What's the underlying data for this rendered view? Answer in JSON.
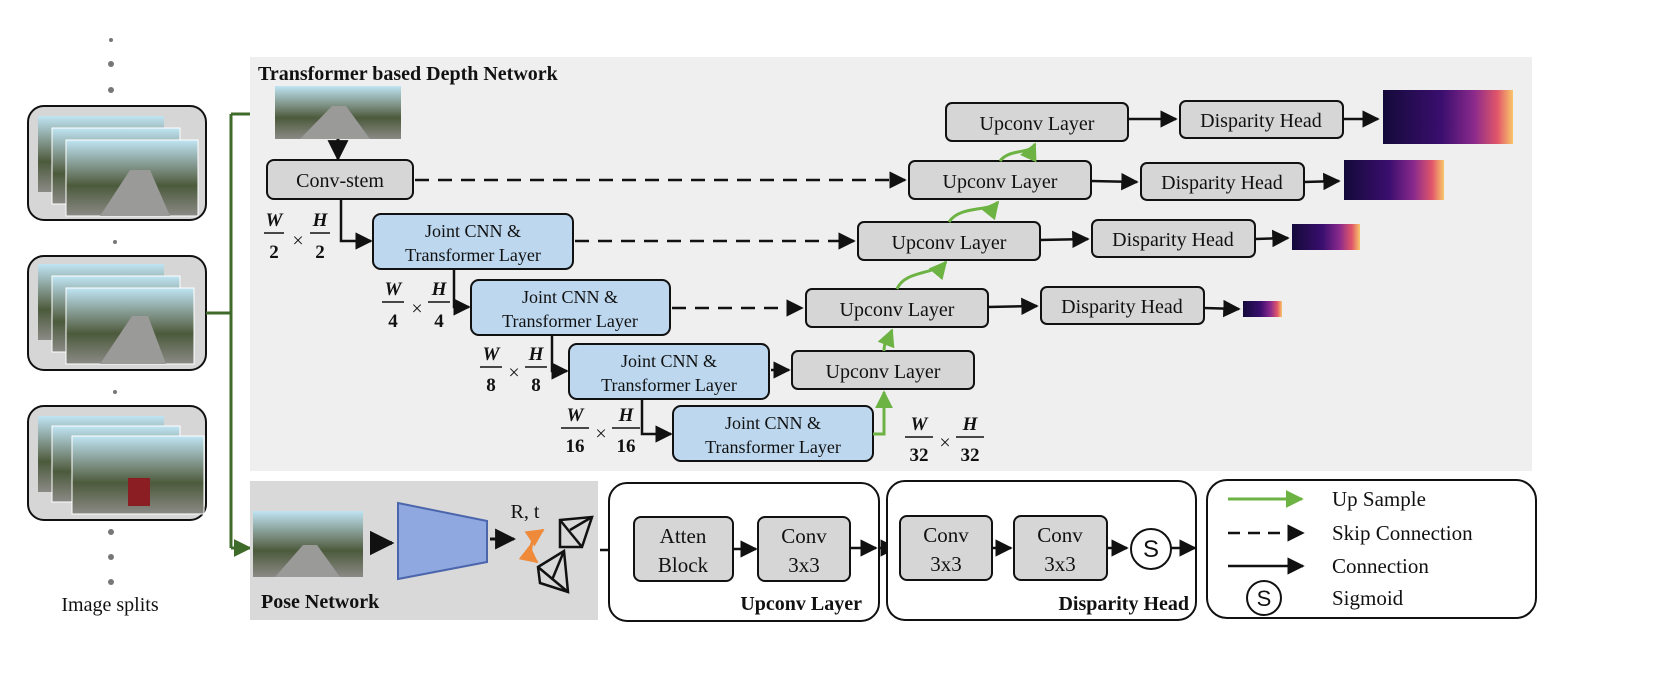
{
  "image_splits_label": "Image splits",
  "depth_network": {
    "title": "Transformer based Depth Network",
    "conv_stem": "Conv-stem",
    "joint_line1": "Joint CNN &",
    "joint_line2": "Transformer Layer",
    "upconv": "Upconv Layer",
    "disparity_head": "Disparity Head",
    "scales": [
      {
        "num": "W",
        "den": "2",
        "num2": "H",
        "den2": "2"
      },
      {
        "num": "W",
        "den": "4",
        "num2": "H",
        "den2": "4"
      },
      {
        "num": "W",
        "den": "8",
        "num2": "H",
        "den2": "8"
      },
      {
        "num": "W",
        "den": "16",
        "num2": "H",
        "den2": "16"
      },
      {
        "num": "W",
        "den": "32",
        "num2": "H",
        "den2": "32"
      }
    ],
    "times": "×"
  },
  "pose_network": {
    "title": "Pose Network",
    "output": "R, t"
  },
  "upconv_detail": {
    "title": "Upconv Layer",
    "atten_line1": "Atten",
    "atten_line2": "Block",
    "conv_line1": "Conv",
    "conv_line2": "3x3"
  },
  "disparity_detail": {
    "title": "Disparity Head",
    "conv_line1": "Conv",
    "conv_line2": "3x3",
    "sigmoid_symbol": "S"
  },
  "legend": {
    "up_sample": "Up Sample",
    "skip_connection": "Skip Connection",
    "connection": "Connection",
    "sigmoid": "Sigmoid",
    "sigmoid_symbol": "S"
  },
  "colors": {
    "panel_bg": "#efefef",
    "pose_bg": "#d9d9d9",
    "gray_box": "#d6d6d6",
    "blue_box": "#bcd7ee",
    "up_sample_arrow": "#6db344",
    "image_link": "#3f6b2a",
    "pose_trapezoid": "#8fa8df",
    "rotation_arrow": "#ee8a3a"
  }
}
